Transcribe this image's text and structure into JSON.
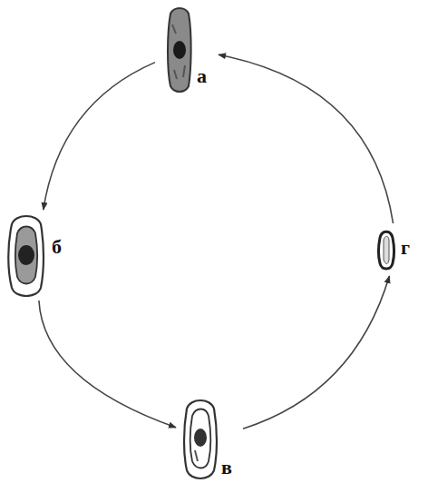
{
  "diagram": {
    "nodes": [
      {
        "text": [
          "а"
        ]
      },
      {
        "text": [
          "б"
        ]
      },
      {
        "text": [
          "в"
        ]
      },
      {
        "text": [
          "г"
        ]
      }
    ],
    "edges": [
      {
        "from": 0,
        "to": 1,
        "arrow": "to"
      },
      {
        "from": 1,
        "to": 2,
        "arrow": "to"
      },
      {
        "from": 2,
        "to": 3,
        "arrow": "to"
      },
      {
        "from": 3,
        "to": 0,
        "arrow": "to"
      }
    ]
  }
}
